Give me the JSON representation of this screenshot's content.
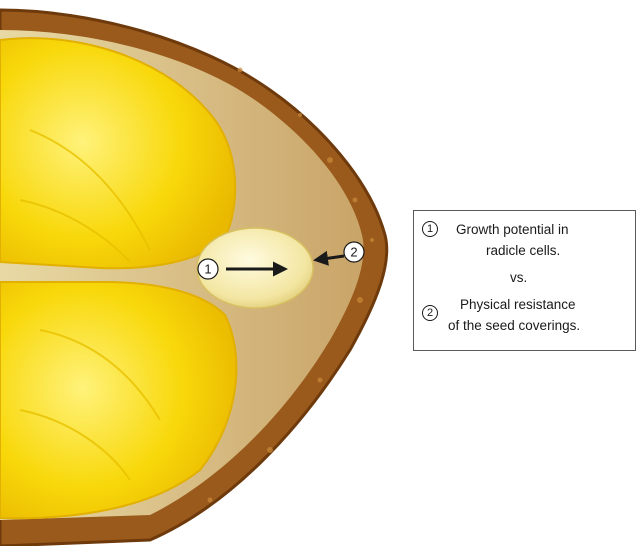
{
  "markers": {
    "radicle_marker": "1",
    "coat_marker": "2"
  },
  "legend": {
    "item1_number": "1",
    "item1_line1": "Growth potential in",
    "item1_line2": "radicle cells.",
    "separator": "vs.",
    "item2_number": "2",
    "item2_line1": "Physical resistance",
    "item2_line2": "of the seed coverings."
  },
  "colors": {
    "seed_coat": "#9a5a1c",
    "endosperm": "#d8be7c",
    "cotyledon": "#f8d80a",
    "radicle": "#f6eeb8",
    "arrow": "#1a1a1a"
  }
}
